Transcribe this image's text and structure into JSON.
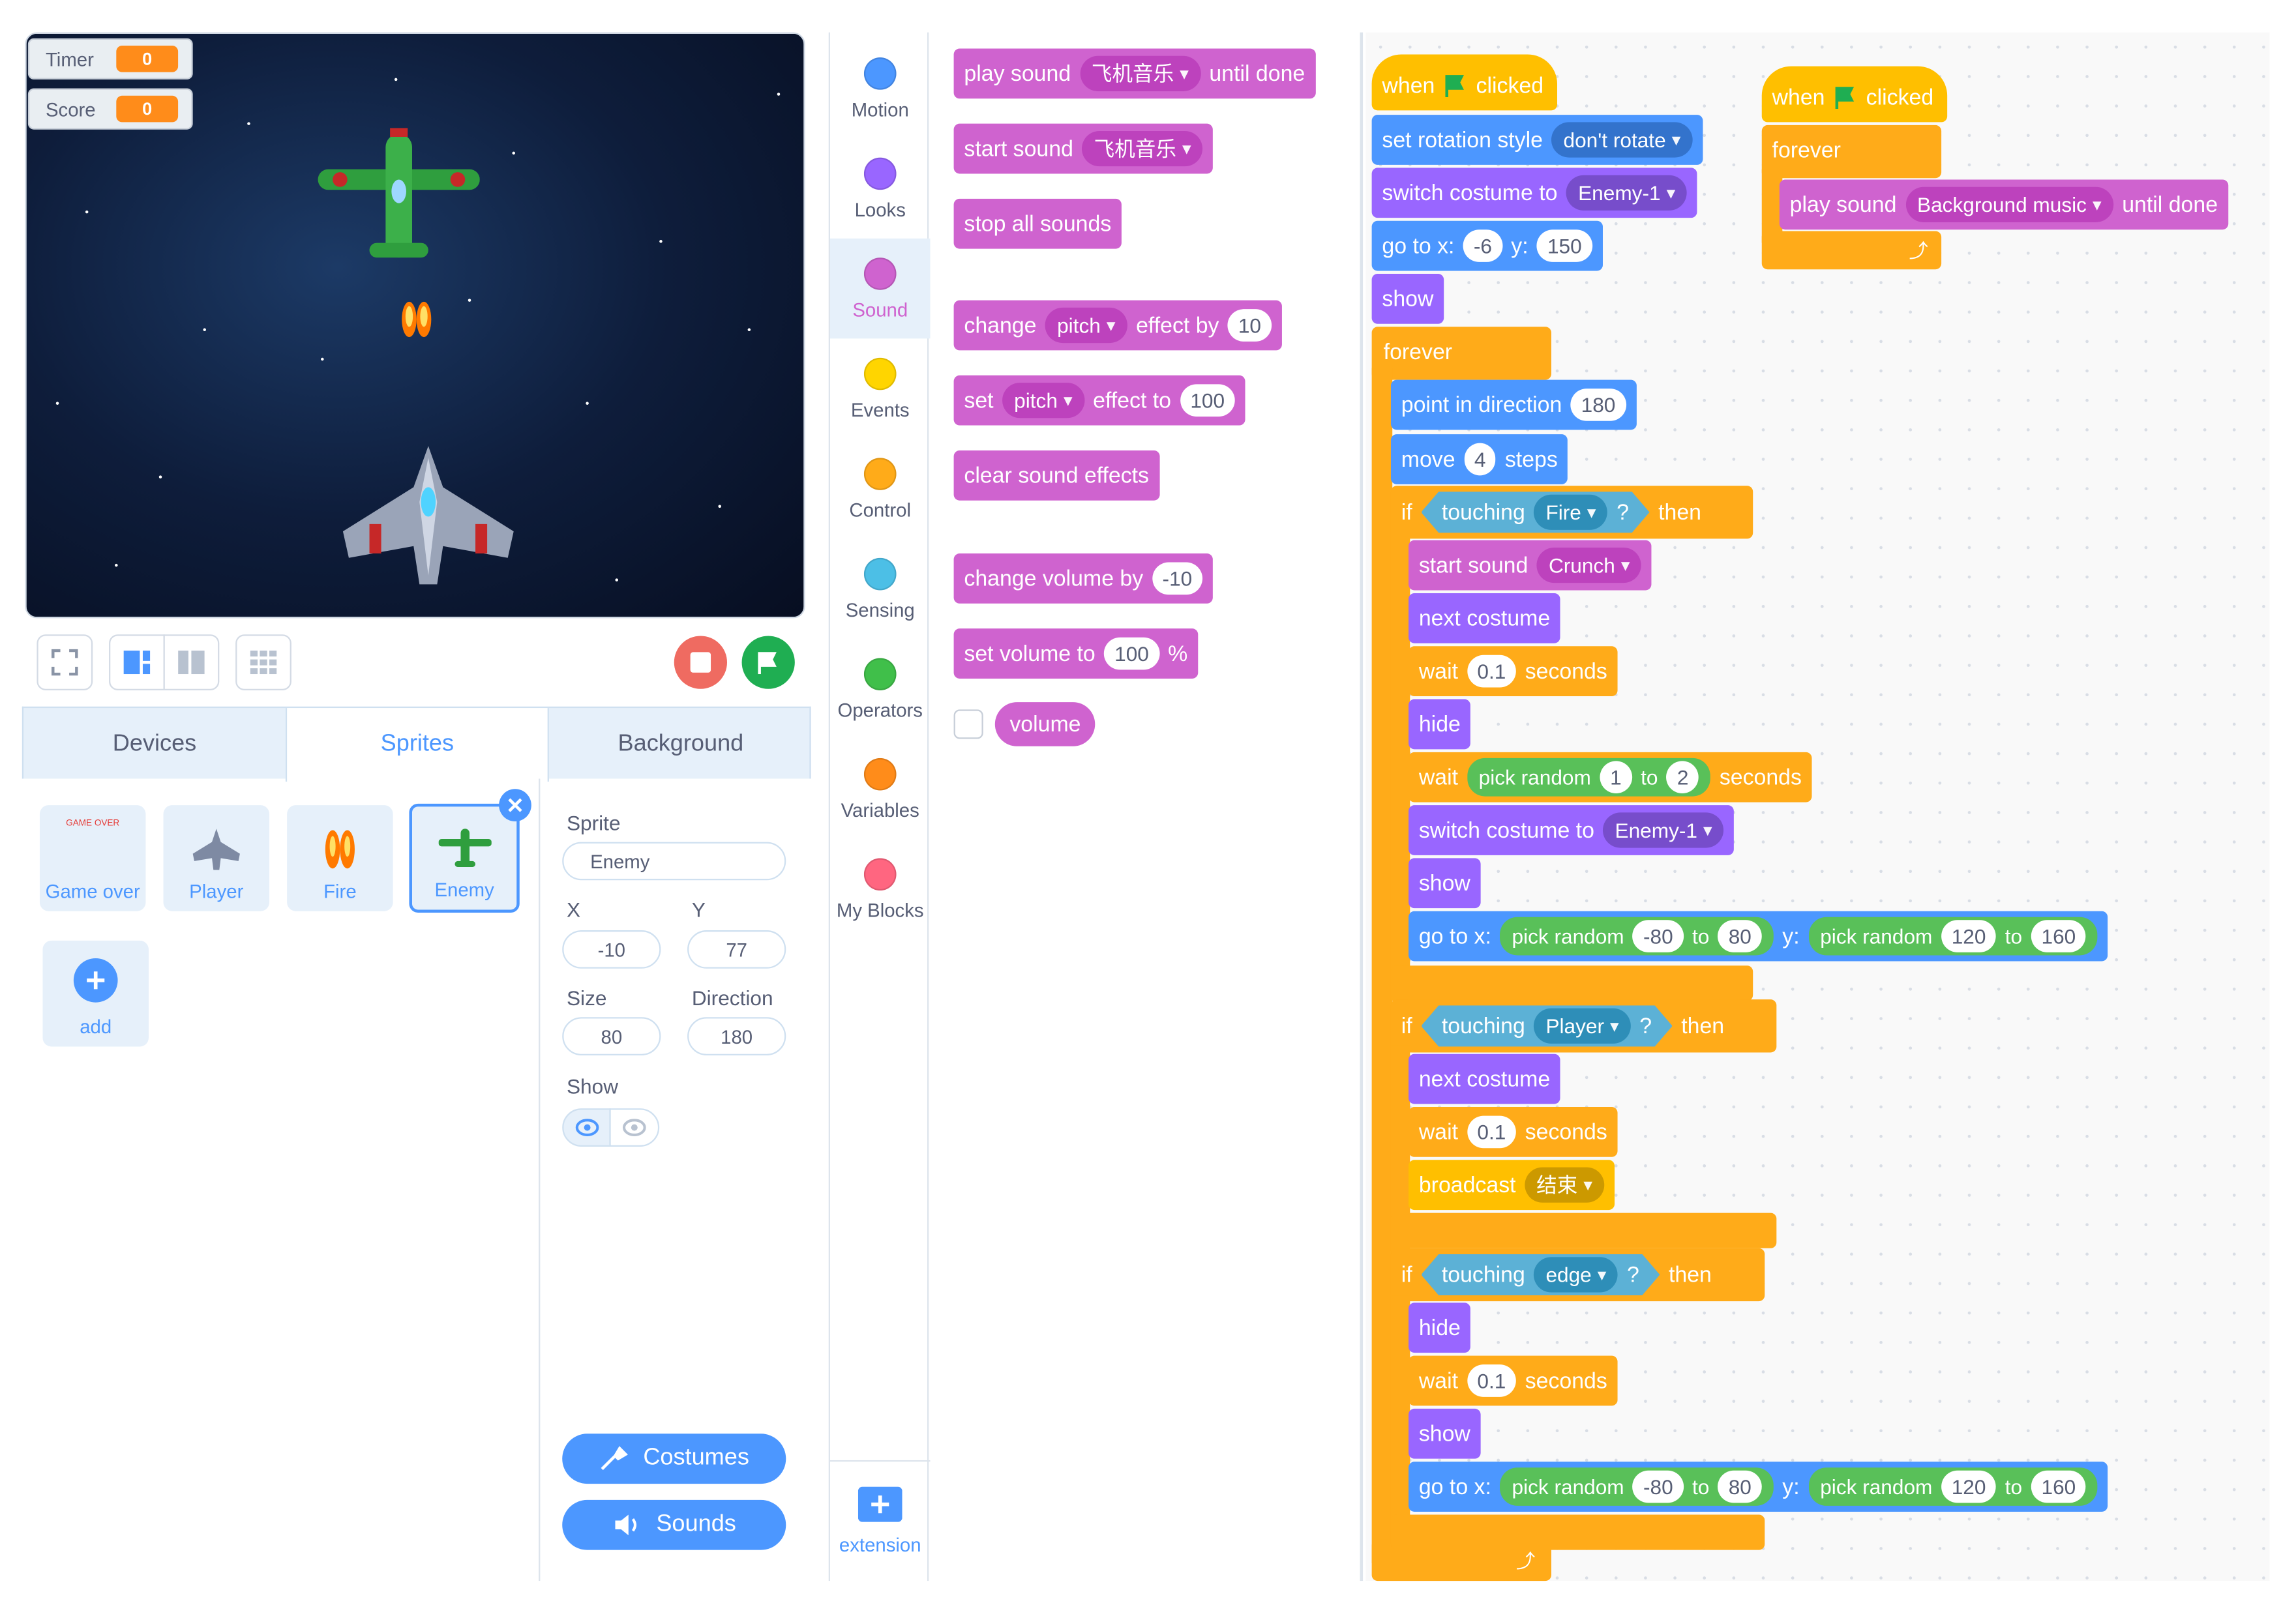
{
  "monitors": [
    {
      "label": "Timer",
      "value": "0"
    },
    {
      "label": "Score",
      "value": "0"
    }
  ],
  "tabs": [
    "Devices",
    "Sprites",
    "Background"
  ],
  "sprites": [
    {
      "name": "Game over",
      "thumb_text": "GAME OVER"
    },
    {
      "name": "Player"
    },
    {
      "name": "Fire"
    },
    {
      "name": "Enemy",
      "selected": true
    }
  ],
  "add_label": "add",
  "sprite_info": {
    "sprite_label": "Sprite",
    "sprite_name": "Enemy",
    "x_label": "X",
    "x": "-10",
    "y_label": "Y",
    "y": "77",
    "size_label": "Size",
    "size": "80",
    "direction_label": "Direction",
    "direction": "180",
    "show_label": "Show"
  },
  "costumes_label": "Costumes",
  "sounds_label": "Sounds",
  "categories": [
    {
      "name": "Motion",
      "color": "#4c97ff"
    },
    {
      "name": "Looks",
      "color": "#9966ff"
    },
    {
      "name": "Sound",
      "color": "#cf63cf"
    },
    {
      "name": "Events",
      "color": "#ffd500"
    },
    {
      "name": "Control",
      "color": "#ffab19"
    },
    {
      "name": "Sensing",
      "color": "#4cbfe6"
    },
    {
      "name": "Operators",
      "color": "#40bf4a"
    },
    {
      "name": "Variables",
      "color": "#ff8c1a"
    },
    {
      "name": "My Blocks",
      "color": "#ff6680"
    }
  ],
  "extension_label": "extension",
  "palette": {
    "play_sound": "play sound",
    "play_sound_val": "飞机音乐",
    "until_done": "until done",
    "start_sound": "start sound",
    "start_sound_val": "飞机音乐",
    "stop_all": "stop all sounds",
    "change": "change",
    "pitch": "pitch",
    "effect_by": "effect by",
    "effect_by_val": "10",
    "set": "set",
    "effect_to": "effect to",
    "effect_to_val": "100",
    "clear": "clear sound effects",
    "change_vol": "change volume by",
    "change_vol_val": "-10",
    "set_vol": "set volume to",
    "set_vol_val": "100",
    "pct": "%",
    "volume": "volume"
  },
  "script1": {
    "when": "when",
    "clicked": "clicked",
    "rot": "set rotation style",
    "rot_val": "don't rotate",
    "sw": "switch costume to",
    "sw_val": "Enemy-1",
    "goto": "go to x:",
    "gx": "-6",
    "y": "y:",
    "gy": "150",
    "show": "show",
    "forever": "forever",
    "point": "point in direction",
    "point_val": "180",
    "move": "move",
    "move_val": "4",
    "steps": "steps",
    "if": "if",
    "touching": "touching",
    "fire": "Fire",
    "q": "?",
    "then": "then",
    "start_sound": "start sound",
    "crunch": "Crunch",
    "next": "next costume",
    "wait": "wait",
    "w1": "0.1",
    "seconds": "seconds",
    "hide": "hide",
    "pick": "pick random",
    "r1": "1",
    "to": "to",
    "r2": "2",
    "gx1": "-80",
    "gx2": "80",
    "gy1": "120",
    "gy2": "160",
    "player": "Player",
    "broadcast": "broadcast",
    "bc_val": "结束",
    "edge": "edge"
  },
  "script2": {
    "when": "when",
    "clicked": "clicked",
    "forever": "forever",
    "play": "play sound",
    "val": "Background music",
    "until": "until done"
  }
}
